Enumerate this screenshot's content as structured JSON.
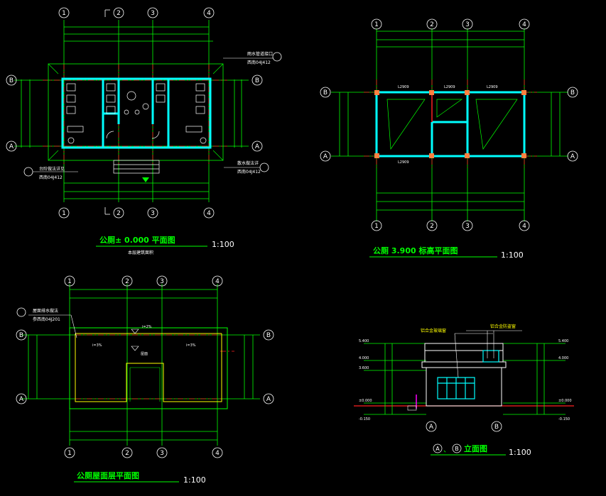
{
  "colors": {
    "background": "#000000",
    "dimension": "#00ff00",
    "axis_line": "#ff2020",
    "wall": "#00ffff",
    "column": "#ff8040",
    "text": "#ffffff",
    "title_green": "#00ff00",
    "title_yellow": "#ffff00",
    "magenta": "#ff00ff"
  },
  "plan_ground": {
    "axes_top": [
      "1",
      "2",
      "3",
      "4"
    ],
    "axes_bottom": [
      "1",
      "2",
      "3",
      "4"
    ],
    "axes_left": [
      "B",
      "A"
    ],
    "axes_right": [
      "B",
      "A"
    ],
    "title": "公厕±   0.000  平面图",
    "scale": "1:100",
    "note": "本层建筑面积",
    "callout_top_right": "雨水管道接口",
    "callout_top_right_ref": "西南04J412",
    "callout_bottom_left": "台阶做法详见",
    "callout_bottom_left_ref": "西南04J412",
    "callout_bottom_right": "散水做法详",
    "callout_bottom_right_ref": "西南04J412"
  },
  "plan_390": {
    "axes_top": [
      "1",
      "2",
      "3",
      "4"
    ],
    "axes_bottom": [
      "1",
      "2",
      "3",
      "4"
    ],
    "axes_left": [
      "B",
      "A"
    ],
    "axes_right": [
      "B",
      "A"
    ],
    "title": "公厕   3.900  标高平面图",
    "scale": "1:100",
    "beam_labels": [
      "L2909",
      "L2909",
      "L2909",
      "L2909"
    ]
  },
  "roof_plan": {
    "axes_top": [
      "1",
      "2",
      "3",
      "4"
    ],
    "axes_bottom": [
      "1",
      "2",
      "3",
      "4"
    ],
    "axes_left": [
      "B",
      "A"
    ],
    "axes_right": [
      "B",
      "A"
    ],
    "title": "公厕屋面层平面图",
    "scale": "1:100",
    "callout": "屋面排水做法",
    "callout_ref": "参西南04J201",
    "slope_labels": [
      "i=3%",
      "i=3%",
      "i=2%"
    ],
    "roof_label": "屋面"
  },
  "elevation": {
    "axes_bottom": [
      "A",
      "B"
    ],
    "title_prefix": "A",
    "title_sep": "、",
    "title_suffix": "B",
    "title_text": "立面图",
    "scale": "1:100",
    "callout_1": "铝合金玻璃窗",
    "callout_2": "铝合金防盗窗",
    "levels_left": [
      "5.400",
      "4.000",
      "3.600",
      "±0.000",
      "-0.150"
    ],
    "levels_right": [
      "5.400",
      "4.000",
      "±0.000",
      "-0.150"
    ]
  }
}
